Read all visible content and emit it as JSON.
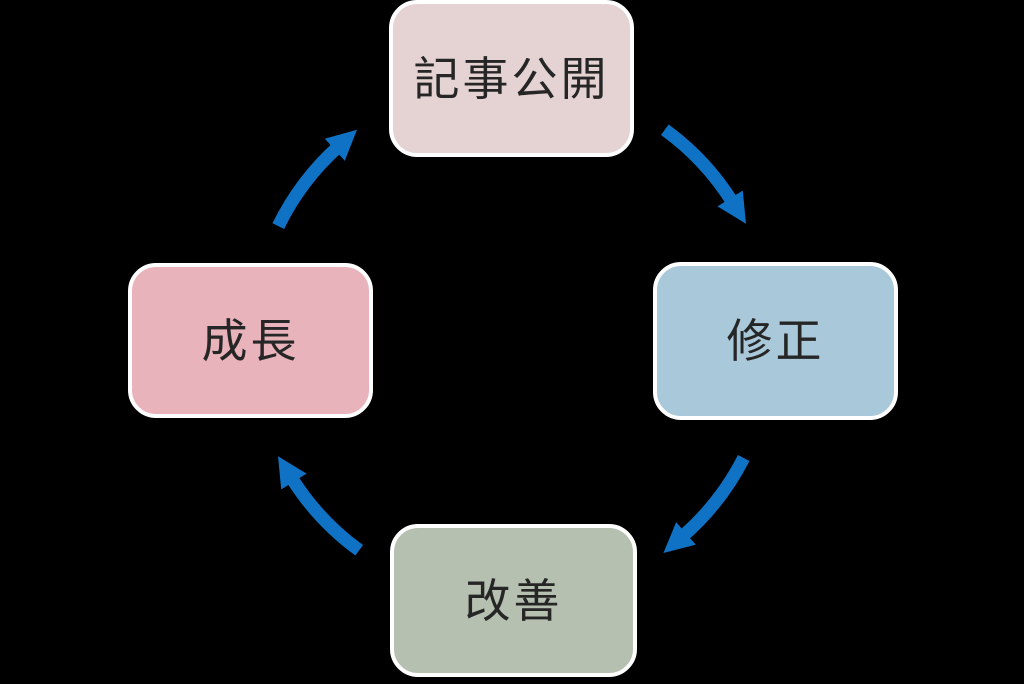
{
  "diagram": {
    "background_color": "#000000",
    "arrow_color": "#0f72c4",
    "border_color": "#ffffff",
    "text_color": "#262626",
    "nodes": [
      {
        "id": "publish",
        "label": "記事公開",
        "fill": "#e5d3d3"
      },
      {
        "id": "fix",
        "label": "修正",
        "fill": "#a9c8da"
      },
      {
        "id": "improve",
        "label": "改善",
        "fill": "#b6c0b1"
      },
      {
        "id": "grow",
        "label": "成長",
        "fill": "#e9b3bb"
      }
    ]
  }
}
